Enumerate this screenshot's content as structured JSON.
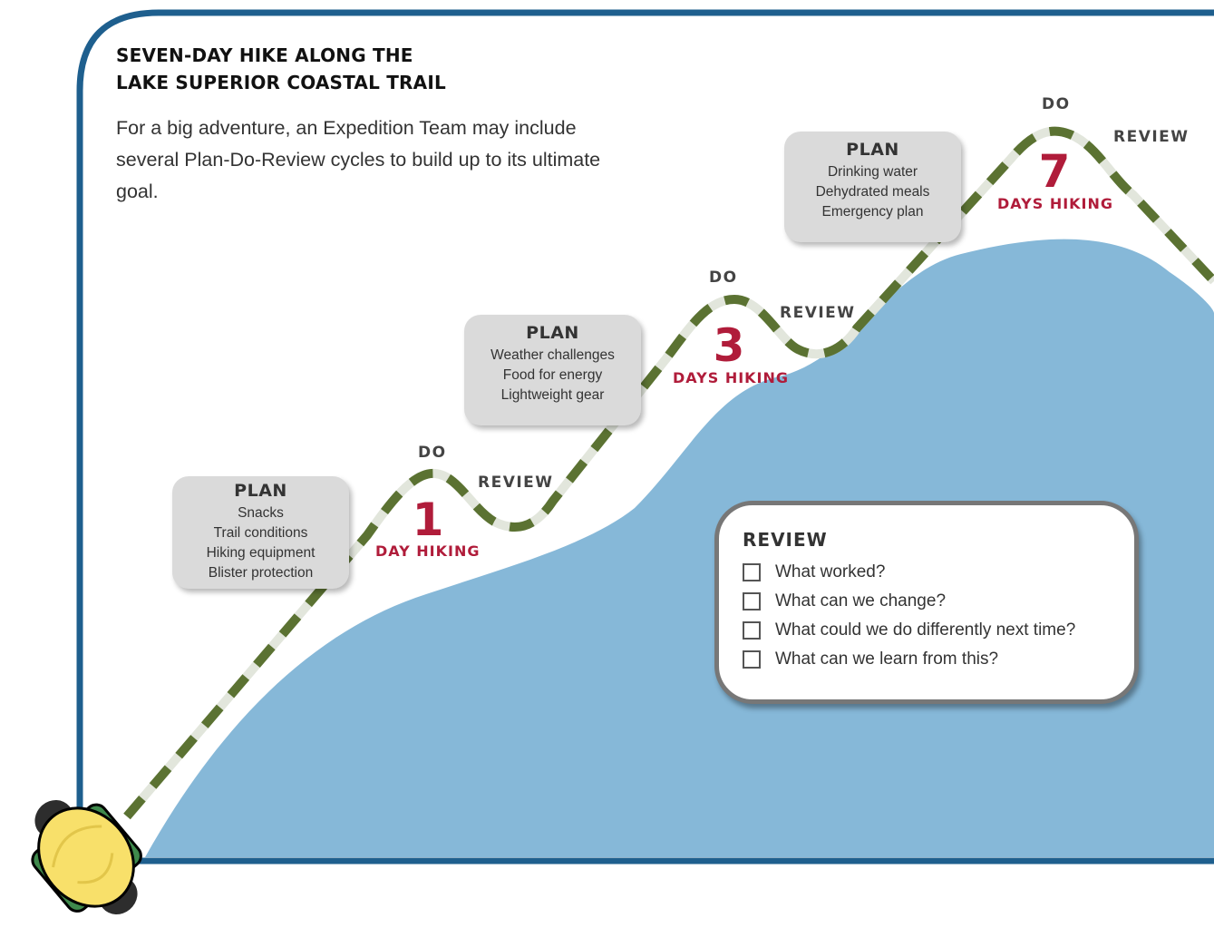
{
  "title": {
    "line1": "SEVEN-DAY HIKE ALONG THE",
    "line2": "LAKE SUPERIOR COASTAL TRAIL"
  },
  "intro": "For a big adventure, an Expedition Team may include several Plan-Do-Review cycles to build up to its ultimate goal.",
  "cycles": [
    {
      "plan": {
        "heading": "PLAN",
        "items": [
          "Snacks",
          "Trail conditions",
          "Hiking equipment",
          "Blister protection"
        ]
      },
      "do_label": "DO",
      "review_label": "REVIEW",
      "number": "1",
      "days_label": "DAY HIKING"
    },
    {
      "plan": {
        "heading": "PLAN",
        "items": [
          "Weather challenges",
          "Food for energy",
          "Lightweight gear"
        ]
      },
      "do_label": "DO",
      "review_label": "REVIEW",
      "number": "3",
      "days_label": "DAYS HIKING"
    },
    {
      "plan": {
        "heading": "PLAN",
        "items": [
          "Drinking water",
          "Dehydrated meals",
          "Emergency plan"
        ]
      },
      "do_label": "DO",
      "review_label": "REVIEW",
      "number": "7",
      "days_label": "DAYS HIKING"
    }
  ],
  "review_panel": {
    "heading": "REVIEW",
    "questions": [
      "What worked?",
      "What can we change?",
      "What could we do differently next time?",
      "What can we learn from this?"
    ]
  },
  "colors": {
    "frame_border": "#1e5f8e",
    "mountain": "#86b8d8",
    "trail_dash": "#5b7232",
    "trail_base": "#e2e6dc",
    "accent_red": "#b01c3a",
    "plan_box": "#dadada"
  },
  "icons": [
    "hiker-icon"
  ]
}
